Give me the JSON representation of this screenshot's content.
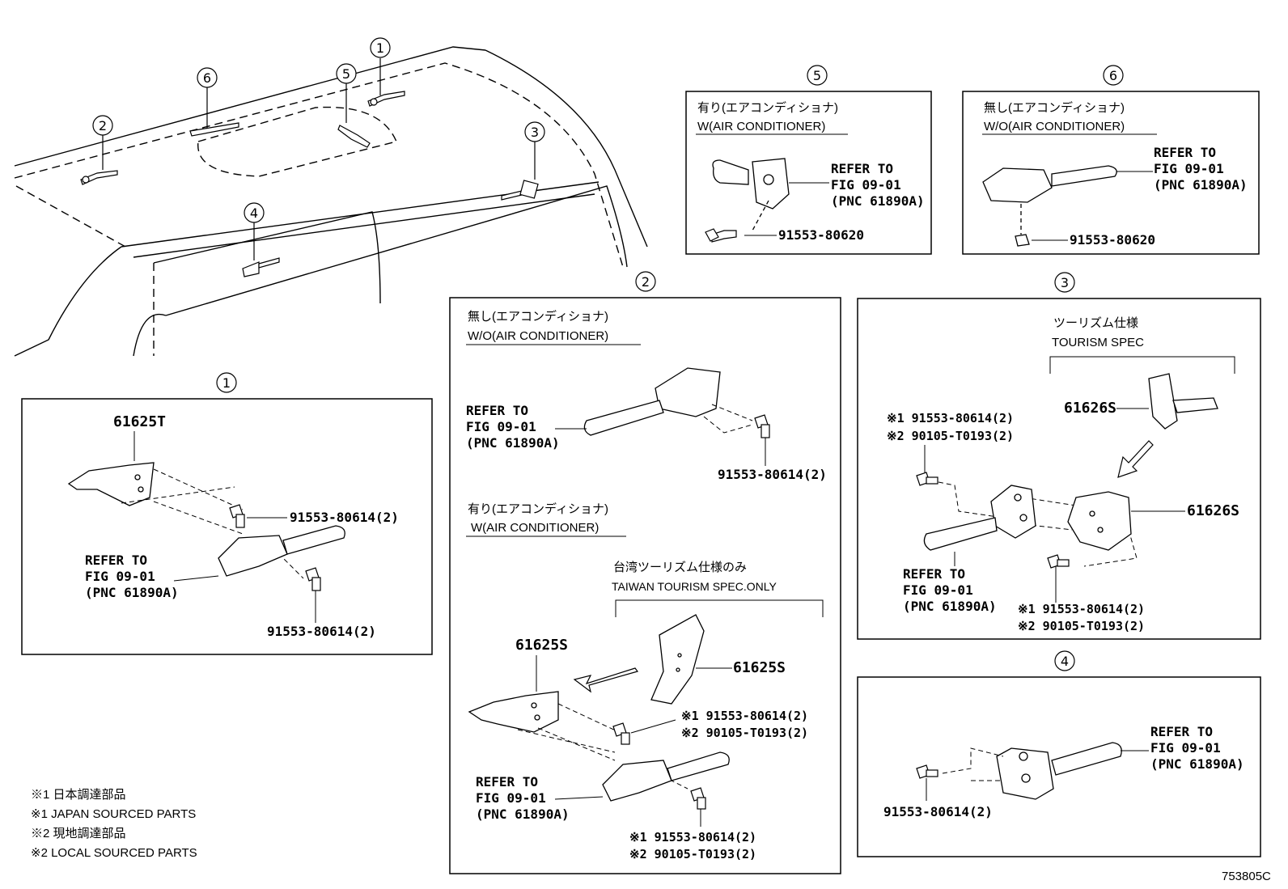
{
  "callouts": [
    "1",
    "2",
    "3",
    "4",
    "5",
    "6"
  ],
  "panel5": {
    "label_jp": "有り(エアコンディショナ)",
    "label_en": "W(AIR CONDITIONER)",
    "refer": [
      "REFER TO",
      "FIG 09-01",
      "(PNC 61890A)"
    ],
    "bolt": "91553-80620"
  },
  "panel6": {
    "label_jp": "無し(エアコンディショナ)",
    "label_en": "W/O(AIR CONDITIONER)",
    "refer": [
      "REFER TO",
      "FIG 09-01",
      "(PNC 61890A)"
    ],
    "bolt": "91553-80620"
  },
  "panel1": {
    "part": "61625T",
    "bolt_a": "91553-80614(2)",
    "bolt_b": "91553-80614(2)",
    "refer": [
      "REFER TO",
      "FIG 09-01",
      "(PNC 61890A)"
    ]
  },
  "panel2": {
    "label1_jp": "無し(エアコンディショナ)",
    "label1_en": "W/O(AIR CONDITIONER)",
    "refer1": [
      "REFER TO",
      "FIG 09-01",
      "(PNC 61890A)"
    ],
    "bolt1": "91553-80614(2)",
    "label2_jp": "有り(エアコンディショナ)",
    "label2_en": "W(AIR CONDITIONER)",
    "spec_jp": "台湾ツーリズム仕様のみ",
    "spec_en": "TAIWAN TOURISM SPEC.ONLY",
    "part_left": "61625S",
    "part_right": "61625S",
    "bolt2_1": "※1 91553-80614(2)",
    "bolt2_2": "※2 90105-T0193(2)",
    "refer2": [
      "REFER TO",
      "FIG 09-01",
      "(PNC 61890A)"
    ],
    "bolt3_1": "※1 91553-80614(2)",
    "bolt3_2": "※2 90105-T0193(2)"
  },
  "panel3": {
    "spec_jp": "ツーリズム仕様",
    "spec_en": "TOURISM SPEC",
    "part_top": "61626S",
    "part_right": "61626S",
    "boltA_1": "※1 91553-80614(2)",
    "boltA_2": "※2 90105-T0193(2)",
    "refer": [
      "REFER TO",
      "FIG 09-01",
      "(PNC 61890A)"
    ],
    "boltB_1": "※1 91553-80614(2)",
    "boltB_2": "※2 90105-T0193(2)"
  },
  "panel4": {
    "refer": [
      "REFER TO",
      "FIG 09-01",
      "(PNC 61890A)"
    ],
    "bolt": "91553-80614(2)"
  },
  "legend": [
    "※1 日本調達部品",
    "※1 JAPAN SOURCED PARTS",
    "※2 現地調達部品",
    "※2 LOCAL SOURCED PARTS"
  ],
  "figure_id": "753805C"
}
